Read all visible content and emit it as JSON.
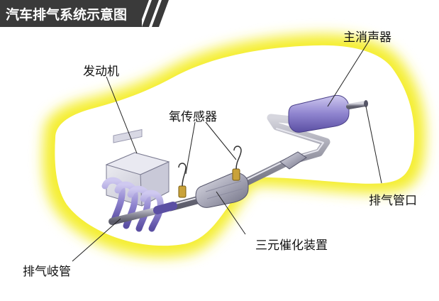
{
  "title": "汽车排气系统示意图",
  "labels": {
    "engine": "发动机",
    "oxygen_sensor": "氧传感器",
    "main_muffler": "主消声器",
    "catalytic_converter": "三元催化装置",
    "exhaust_manifold": "排气岐管",
    "tailpipe": "排气管口"
  },
  "colors": {
    "glow": "#f6f03a",
    "car_body": "#ffffff",
    "component_purple": "#8a7fc8",
    "pipe_gray": "#9a9aa6",
    "title_bg": "#3a3a3a"
  }
}
